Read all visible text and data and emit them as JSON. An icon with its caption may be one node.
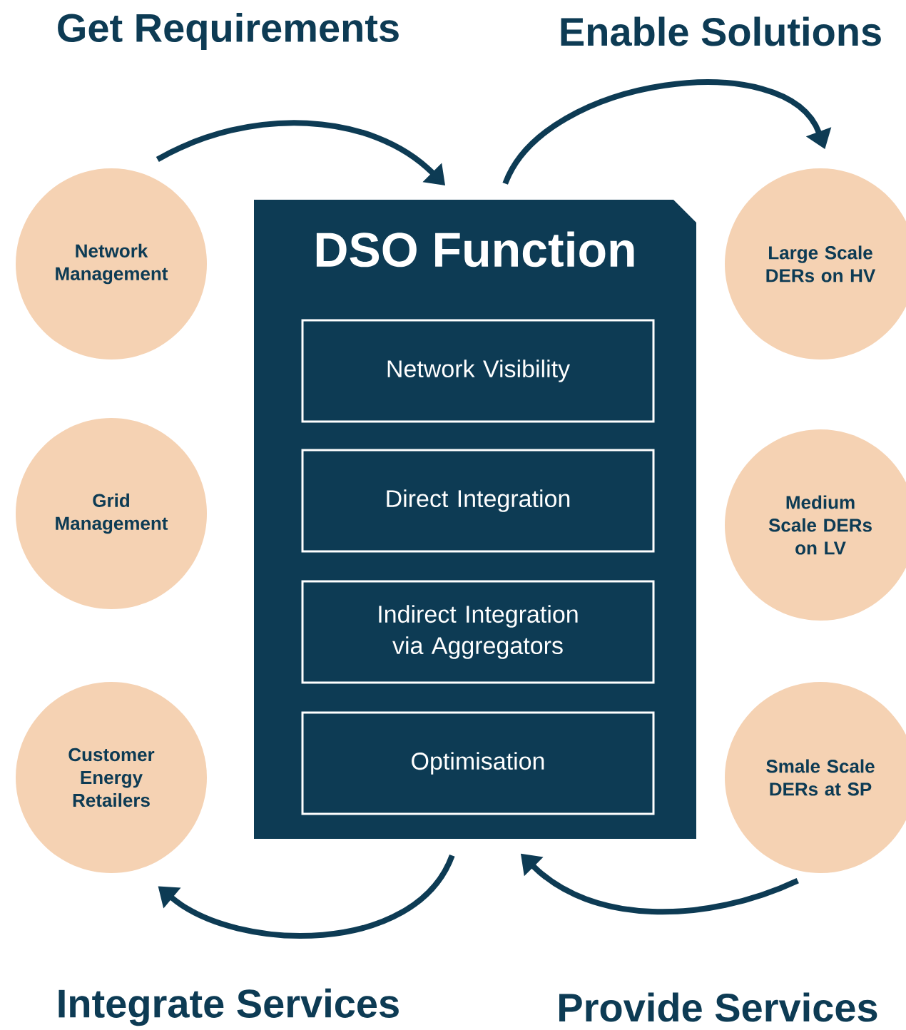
{
  "diagram": {
    "nodes": [
      {
        "text": [
          "DSO Function"
        ]
      },
      {
        "text": [
          "Network Visibility"
        ],
        "in": 0
      },
      {
        "text": [
          "Direct Integration"
        ],
        "in": 0
      },
      {
        "text": [
          "Indirect Integration via Aggregators"
        ],
        "in": 0
      },
      {
        "text": [
          "Optimisation"
        ],
        "in": 0
      },
      {
        "text": [
          "Network Management"
        ]
      },
      {
        "text": [
          "Grid Management"
        ]
      },
      {
        "text": [
          "Customer Energy Retailers"
        ]
      },
      {
        "text": [
          "Large Scale DERs on HV"
        ]
      },
      {
        "text": [
          "Medium Scale DERs on LV"
        ]
      },
      {
        "text": [
          "Smale Scale DERs at SP"
        ]
      }
    ],
    "edges": [
      {
        "from": 5,
        "to": 0,
        "arrow": "to"
      },
      {
        "from": 0,
        "to": 8,
        "arrow": "to"
      },
      {
        "from": 10,
        "to": 0,
        "arrow": "to"
      },
      {
        "from": 0,
        "to": 7,
        "arrow": "to"
      }
    ],
    "labels": [
      "Get Requirements",
      "Enable Solutions",
      "Integrate Services",
      "Provide Services"
    ]
  }
}
